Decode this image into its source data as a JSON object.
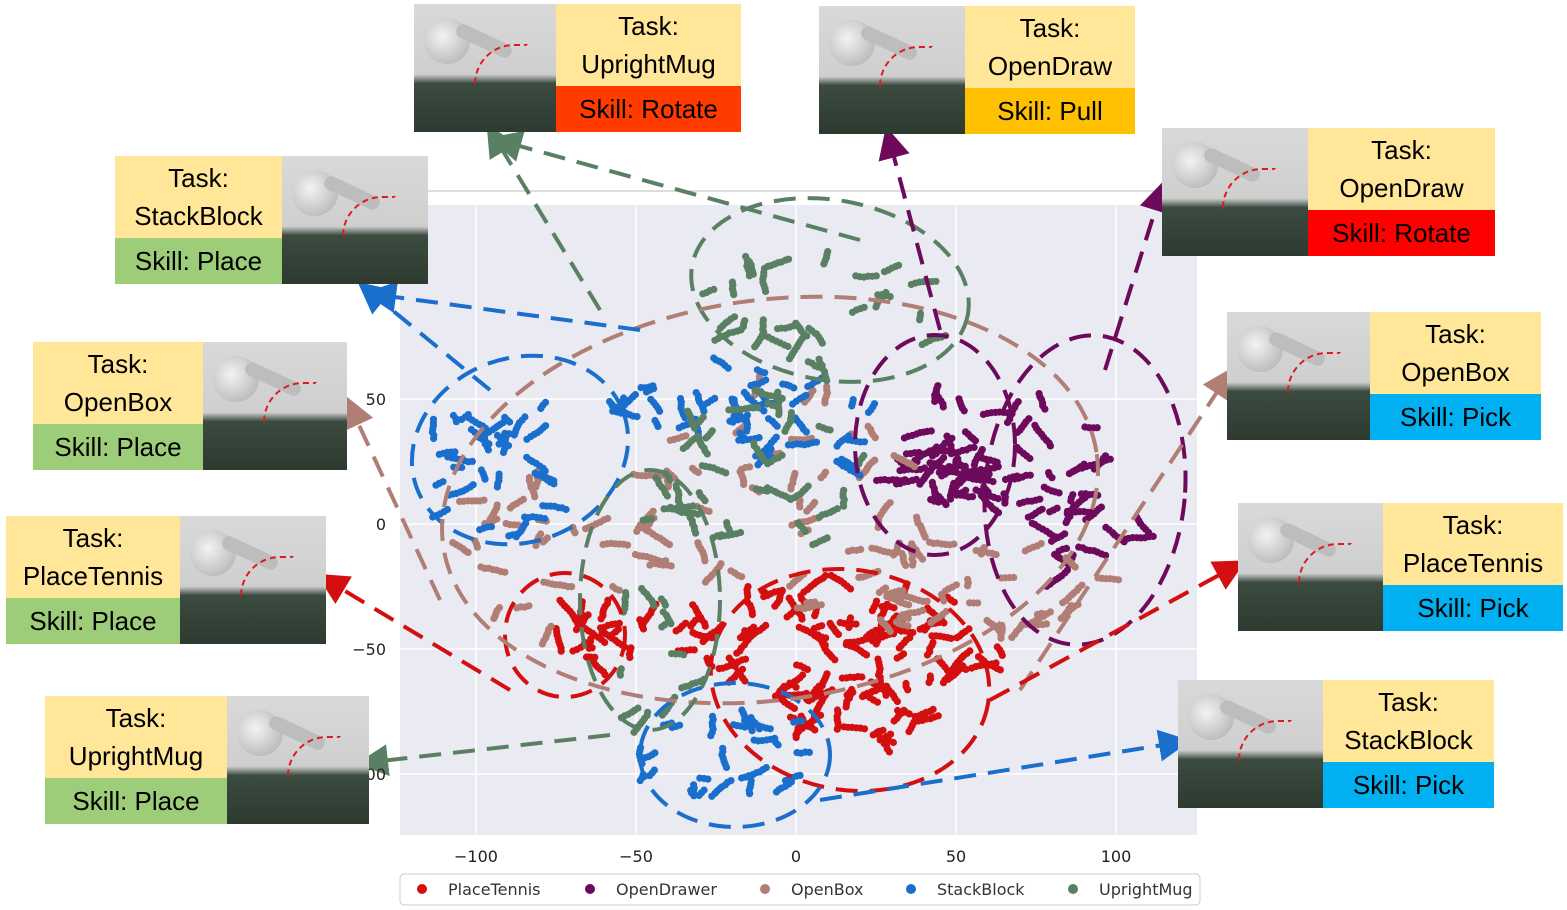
{
  "chart_data": {
    "type": "scatter",
    "title": "",
    "xlabel": "",
    "ylabel": "",
    "xlim": [
      -125,
      125
    ],
    "ylim": [
      -125,
      130
    ],
    "xticks": [
      -100,
      -50,
      0,
      50,
      100
    ],
    "yticks": [
      50,
      0,
      -50,
      -100
    ],
    "x_tick_labels": [
      "−100",
      "−50",
      "0",
      "50",
      "100"
    ],
    "y_tick_labels": [
      "50",
      "0",
      "−50",
      "00"
    ],
    "grid": true,
    "legend_position": "bottom",
    "series": [
      {
        "name": "PlaceTennis",
        "color": "#d40f0f",
        "clusters": [
          {
            "cx": -63,
            "cy": -42,
            "rx": 16,
            "ry": 12,
            "count": 150
          },
          {
            "cx": 12,
            "cy": -45,
            "rx": 52,
            "ry": 26,
            "count": 650
          },
          {
            "cx": 18,
            "cy": -78,
            "rx": 22,
            "ry": 12,
            "count": 160
          }
        ]
      },
      {
        "name": "OpenDrawer",
        "color": "#6d0a5c",
        "clusters": [
          {
            "cx": 48,
            "cy": 28,
            "rx": 16,
            "ry": 22,
            "count": 280
          },
          {
            "cx": 80,
            "cy": 14,
            "rx": 30,
            "ry": 34,
            "count": 320
          }
        ]
      },
      {
        "name": "OpenBox",
        "color": "#b07e74",
        "clusters": [
          {
            "cx": -80,
            "cy": -10,
            "rx": 30,
            "ry": 34,
            "count": 150
          },
          {
            "cx": -5,
            "cy": 10,
            "rx": 55,
            "ry": 45,
            "count": 360
          },
          {
            "cx": 55,
            "cy": -25,
            "rx": 40,
            "ry": 22,
            "count": 260
          }
        ]
      },
      {
        "name": "StackBlock",
        "color": "#1a6fcc",
        "clusters": [
          {
            "cx": -92,
            "cy": 22,
            "rx": 24,
            "ry": 30,
            "count": 240
          },
          {
            "cx": -30,
            "cy": 50,
            "rx": 28,
            "ry": 18,
            "count": 180
          },
          {
            "cx": 5,
            "cy": 40,
            "rx": 24,
            "ry": 16,
            "count": 140
          },
          {
            "cx": -20,
            "cy": -92,
            "rx": 32,
            "ry": 18,
            "count": 200
          }
        ]
      },
      {
        "name": "UprightMug",
        "color": "#5a8064",
        "clusters": [
          {
            "cx": 5,
            "cy": 85,
            "rx": 45,
            "ry": 26,
            "count": 220
          },
          {
            "cx": -15,
            "cy": 20,
            "rx": 38,
            "ry": 34,
            "count": 260
          },
          {
            "cx": -45,
            "cy": -55,
            "rx": 14,
            "ry": 28,
            "count": 90
          }
        ]
      }
    ]
  },
  "cards": [
    {
      "id": "upright-mug-rotate",
      "task_prefix": "Task:",
      "task_name": "UprightMug",
      "skill": "Skill: Rotate",
      "skill_color": "#ff3b00"
    },
    {
      "id": "open-draw-pull",
      "task_prefix": "Task:",
      "task_name": "OpenDraw",
      "skill": "Skill: Pull",
      "skill_color": "#ffc000"
    },
    {
      "id": "open-draw-rotate",
      "task_prefix": "Task:",
      "task_name": "OpenDraw",
      "skill": "Skill: Rotate",
      "skill_color": "#ff0000"
    },
    {
      "id": "stack-block-place",
      "task_prefix": "Task:",
      "task_name": "StackBlock",
      "skill": "Skill: Place",
      "skill_color": "#9dcd78"
    },
    {
      "id": "open-box-place",
      "task_prefix": "Task:",
      "task_name": "OpenBox",
      "skill": "Skill: Place",
      "skill_color": "#9dcd78"
    },
    {
      "id": "open-box-pick",
      "task_prefix": "Task:",
      "task_name": "OpenBox",
      "skill": "Skill: Pick",
      "skill_color": "#00b0f0"
    },
    {
      "id": "place-tennis-place",
      "task_prefix": "Task:",
      "task_name": "PlaceTennis",
      "skill": "Skill: Place",
      "skill_color": "#9dcd78"
    },
    {
      "id": "place-tennis-pick",
      "task_prefix": "Task:",
      "task_name": "PlaceTennis",
      "skill": "Skill: Pick",
      "skill_color": "#00b0f0"
    },
    {
      "id": "upright-mug-place",
      "task_prefix": "Task:",
      "task_name": "UprightMug",
      "skill": "Skill: Place",
      "skill_color": "#9dcd78"
    },
    {
      "id": "stack-block-pick",
      "task_prefix": "Task:",
      "task_name": "StackBlock",
      "skill": "Skill: Pick",
      "skill_color": "#00b0f0"
    }
  ]
}
